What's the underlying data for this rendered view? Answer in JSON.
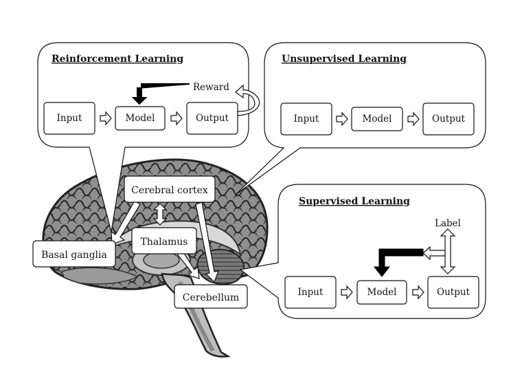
{
  "panels": {
    "reinforcement": {
      "title": "Reinforcement Learning",
      "input": "Input",
      "model": "Model",
      "output": "Output",
      "reward": "Reward"
    },
    "unsupervised": {
      "title": "Unsupervised Learning",
      "input": "Input",
      "model": "Model",
      "output": "Output"
    },
    "supervised": {
      "title": "Supervised Learning",
      "input": "Input",
      "model": "Model",
      "output": "Output",
      "label": "Label"
    }
  },
  "brain_regions": {
    "cortex": "Cerebral cortex",
    "thalamus": "Thalamus",
    "basal_ganglia": "Basal ganglia",
    "cerebellum": "Cerebellum"
  }
}
